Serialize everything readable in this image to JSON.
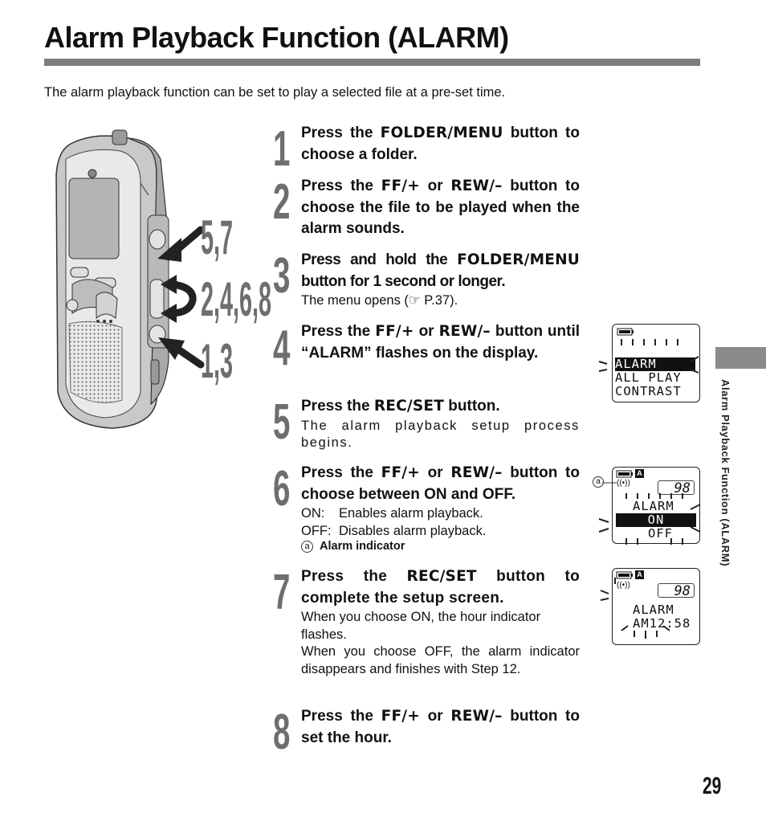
{
  "page": {
    "title": "Alarm Playback Function (ALARM)",
    "intro": "The alarm playback function can be set to play a selected file at a pre-set time.",
    "side_label": "Alarm Playback Function (ALARM)",
    "page_number": "29"
  },
  "figure": {
    "callout_a": "5,7",
    "callout_b": "2,4,6,8",
    "callout_c": "1,3"
  },
  "steps": [
    {
      "num": "1",
      "parts": [
        "Press the ",
        "FOLDER/MENU",
        " button to choose a folder."
      ]
    },
    {
      "num": "2",
      "parts": [
        "Press the ",
        "FF/+",
        " or ",
        "REW/–",
        " button to choose the file to be played when the alarm sounds."
      ]
    },
    {
      "num": "3",
      "parts": [
        "Press and hold the ",
        "FOLDER/MENU",
        " button for 1 second or longer."
      ],
      "note": "The menu opens (☞ P.37)."
    },
    {
      "num": "4",
      "parts": [
        "Press the ",
        "FF/+",
        " or ",
        "REW/–",
        " button until “ALARM” flashes on the display."
      ]
    },
    {
      "num": "5",
      "parts": [
        "Press the ",
        "REC/SET",
        " button."
      ],
      "note": "The alarm playback setup process begins."
    },
    {
      "num": "6",
      "parts": [
        "Press the ",
        "FF/+",
        " or ",
        "REW/–",
        " button to choose between ON and OFF."
      ],
      "options": [
        {
          "key": "ON:",
          "text": "Enables alarm playback."
        },
        {
          "key": "OFF:",
          "text": "Disables alarm playback."
        }
      ],
      "indicator_mark": "a",
      "indicator_label": "Alarm indicator"
    },
    {
      "num": "7",
      "parts": [
        "Press the ",
        "REC/SET",
        " button to complete the setup screen."
      ],
      "note": "When you choose ON, the hour indicator flashes.",
      "note2": "When you choose OFF, the alarm indicator disappears and finishes with Step 12."
    },
    {
      "num": "8",
      "parts": [
        "Press the ",
        "FF/+",
        " or ",
        "REW/–",
        " button to set the hour."
      ]
    }
  ],
  "displays": {
    "d1": {
      "line1": "ALARM",
      "line2": "ALL PLAY",
      "line3": "CONTRAST"
    },
    "d2": {
      "mark": "a",
      "folder": "A",
      "counter": "98",
      "line1": "ALARM",
      "line2": "ON",
      "line3": "OFF"
    },
    "d3": {
      "folder": "A",
      "counter": "98",
      "line1": "ALARM",
      "line2": "AM12:58"
    }
  }
}
